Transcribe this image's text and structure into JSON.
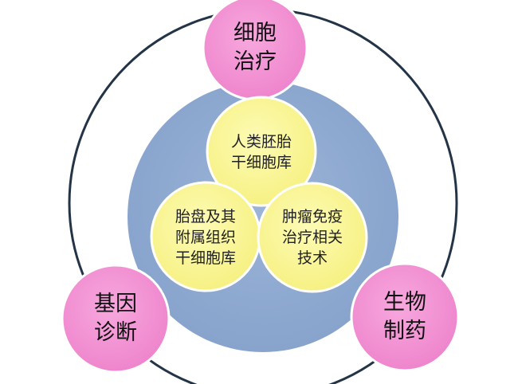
{
  "colors": {
    "outer_ring": "#243447",
    "core": "#8EA9CF",
    "pink_node": "#F28FD2",
    "yellow_node": "#FBF79A"
  },
  "outer_nodes": {
    "top": "细胞\n治疗",
    "bottom_left": "基因\n诊断",
    "bottom_right": "生物\n制药"
  },
  "inner_nodes": {
    "top": "人类胚胎\n干细胞库",
    "bottom_left": "胎盘及其\n附属组织\n干细胞库",
    "bottom_right": "肿瘤免疫\n治疗相关\n技术"
  }
}
